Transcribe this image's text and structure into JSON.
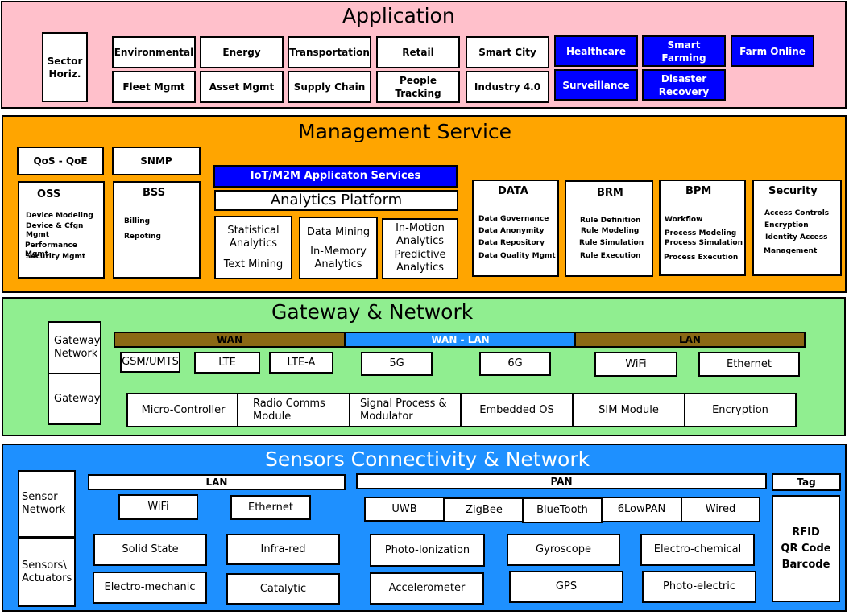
{
  "application": {
    "title": "Application",
    "sector_label": "Sector\nHoriz.",
    "items": [
      "Environmental",
      "Energy",
      "Transportation",
      "Retail",
      "Smart City",
      "Fleet Mgmt",
      "Asset Mgmt",
      "Supply Chain",
      "People\nTracking",
      "Industry 4.0"
    ],
    "blue_items": [
      "Healthcare",
      "Smart\nFarming",
      "Farm Online",
      "Surveillance",
      "Disaster\nRecovery"
    ]
  },
  "management": {
    "title": "Management Service",
    "qos": "QoS - QoE",
    "snmp": "SNMP",
    "oss": {
      "title": "OSS",
      "items": [
        "Device Modeling",
        "Device & Cfgn\nMgmt",
        "Performance Mgmt",
        "Security Mgmt"
      ]
    },
    "bss": {
      "title": "BSS",
      "items": [
        "Billing",
        "Repoting"
      ]
    },
    "iot_services": "IoT/M2M Applicaton Services",
    "analytics_platform": "Analytics Platform",
    "analytics": [
      "Statistical\nAnalytics",
      "Text Mining",
      "Data Mining",
      "In-Memory\nAnalytics",
      "In-Motion\nAnalytics",
      "Predictive\nAnalytics"
    ],
    "data": {
      "title": "DATA",
      "items": [
        "Data Governance",
        "Data Anonymity",
        "Data Repository",
        "Data Quality Mgmt"
      ]
    },
    "brm": {
      "title": "BRM",
      "items": [
        "Rule Definition",
        "Rule Modeling",
        "Rule Simulation",
        "Rule Execution"
      ]
    },
    "bpm": {
      "title": "BPM",
      "items": [
        "Workflow",
        "Process Modeling",
        "Process Simulation",
        "Process Execution"
      ]
    },
    "security": {
      "title": "Security",
      "items": [
        "Access Controls",
        "Encryption",
        "Identity Access",
        "Management"
      ]
    }
  },
  "gateway": {
    "title": "Gateway & Network",
    "side_top": "Gateway\nNetwork",
    "side_bottom": "Gateway",
    "bars": [
      "WAN",
      "WAN - LAN",
      "LAN"
    ],
    "networks": [
      "GSM/UMTS",
      "LTE",
      "LTE-A",
      "5G",
      "6G",
      "WiFi",
      "Ethernet"
    ],
    "components": [
      "Micro-Controller",
      "Radio Comms\nModule",
      "Signal Process &\nModulator",
      "Embedded OS",
      "SIM Module",
      "Encryption"
    ]
  },
  "sensors": {
    "title": "Sensors Connectivity & Network",
    "side_top": "Sensor\nNetwork",
    "side_bottom": "Sensors\\\nActuators",
    "bars": [
      "LAN",
      "PAN",
      "Tag"
    ],
    "lan": [
      "WiFi",
      "Ethernet"
    ],
    "pan": [
      "UWB",
      "ZigBee",
      "BlueTooth",
      "6LowPAN",
      "Wired"
    ],
    "tag_box": "RFID\nQR Code\nBarcode",
    "types": [
      "Solid State",
      "Infra-red",
      "Photo-Ionization",
      "Gyroscope",
      "Electro-chemical",
      "Electro-mechanic",
      "Catalytic",
      "Accelerometer",
      "GPS",
      "Photo-electric"
    ]
  },
  "colors": {
    "application": "#ffc0cb",
    "management": "#ffa500",
    "gateway": "#90ee90",
    "sensors": "#1e90ff",
    "highlight": "#0000ff",
    "wan_bar": "#8b6914",
    "wanlan_bar": "#1e90ff",
    "lan_bar": "#8b6914"
  }
}
